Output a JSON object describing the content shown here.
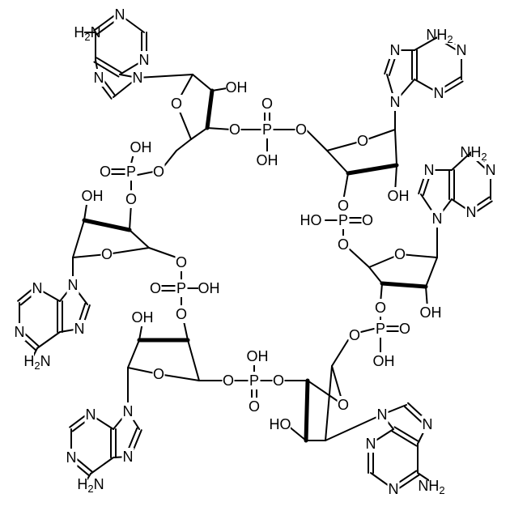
{
  "molecule": {
    "atom_labels": {
      "N": "N",
      "O": "O",
      "P": "P",
      "OH": "OH",
      "HO": "HO",
      "NH2_sub": "2"
    },
    "amine": {
      "left": "H",
      "left_n": "N",
      "right_n": "N",
      "right": "H"
    }
  }
}
